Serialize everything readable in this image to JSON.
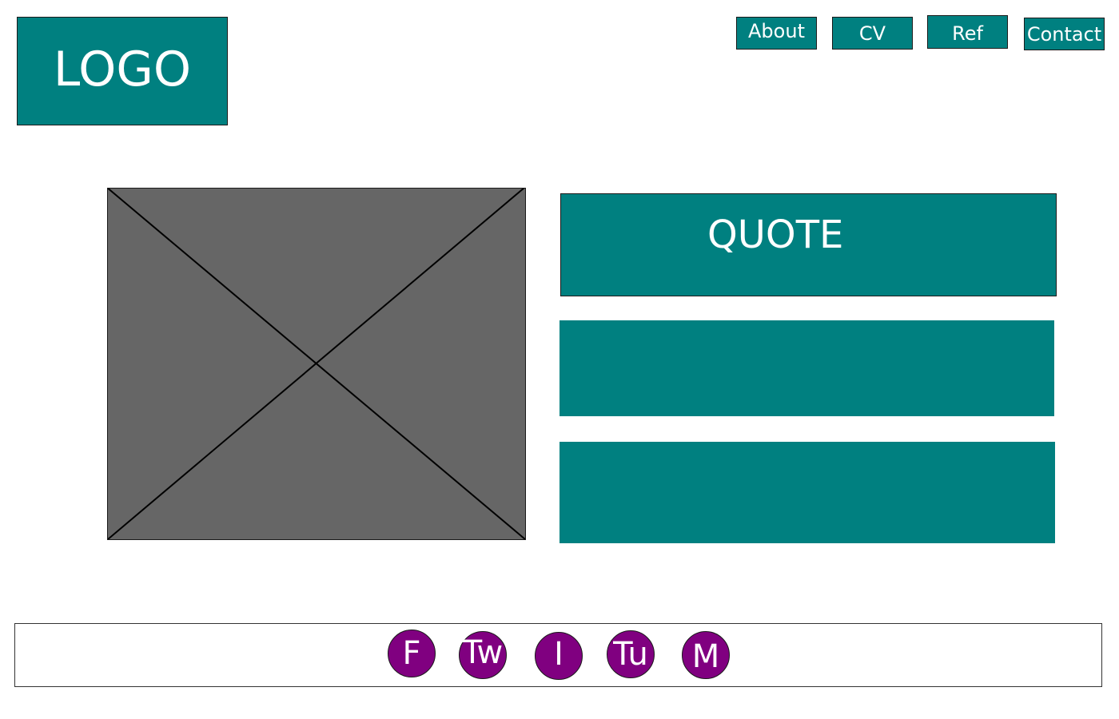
{
  "header": {
    "logo_text": "LOGO",
    "nav": {
      "about": "About",
      "cv": "CV",
      "ref": "Ref",
      "contact": "Contact"
    }
  },
  "main": {
    "image": {
      "icon": "image-placeholder-x"
    },
    "quote": {
      "label": "QUOTE"
    },
    "content_blocks": [
      {
        "text": ""
      },
      {
        "text": ""
      }
    ]
  },
  "footer": {
    "social_links": [
      {
        "label": "F",
        "icon": "facebook-icon"
      },
      {
        "label": "Tw",
        "icon": "twitter-icon"
      },
      {
        "label": "I",
        "icon": "instagram-icon"
      },
      {
        "label": "Tu",
        "icon": "tumblr-icon"
      },
      {
        "label": "M",
        "icon": "medium-icon"
      }
    ]
  },
  "colors": {
    "primary": "#008080",
    "social": "#800080",
    "placeholder": "#666666",
    "background": "#ffffff"
  }
}
